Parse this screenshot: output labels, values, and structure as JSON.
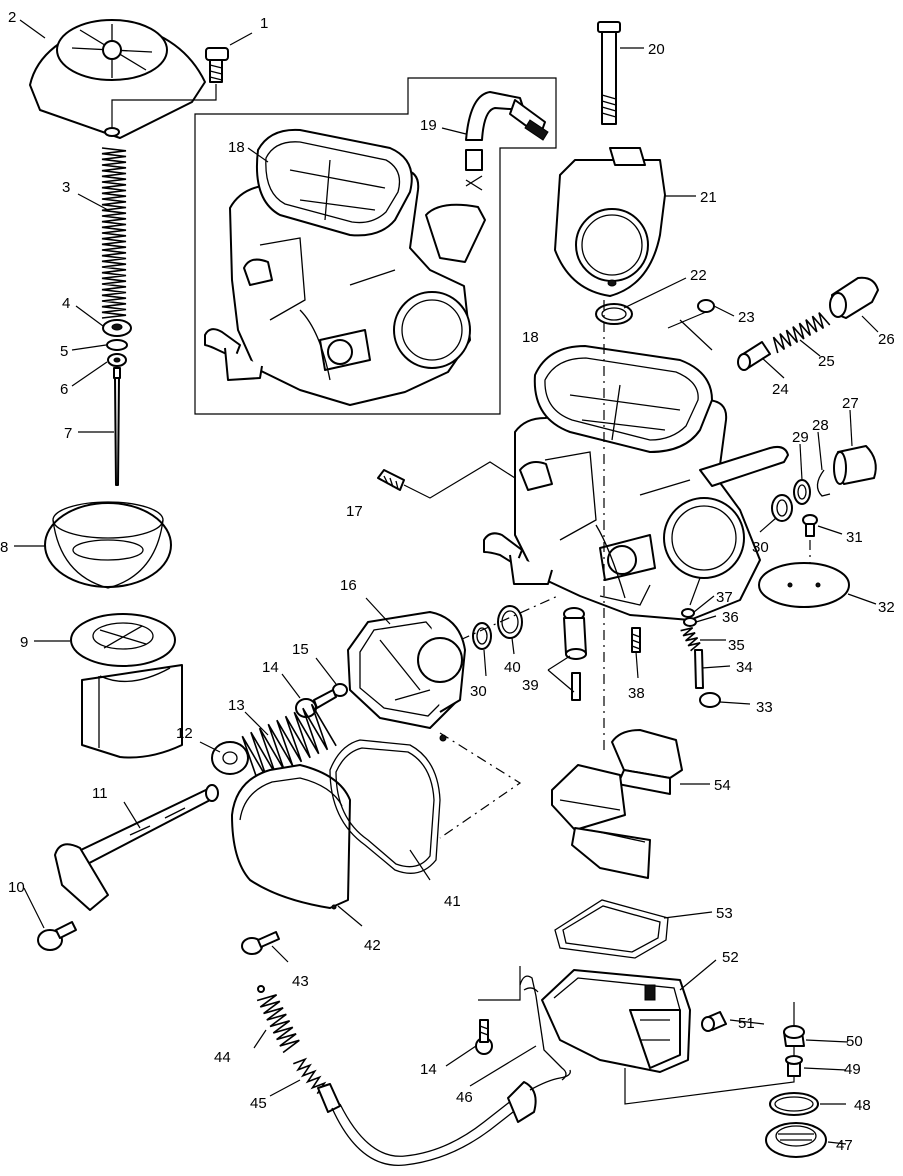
{
  "labels": [
    "1",
    "2",
    "3",
    "4",
    "5",
    "6",
    "7",
    "8",
    "9",
    "10",
    "11",
    "12",
    "13",
    "14",
    "14",
    "15",
    "16",
    "17",
    "18",
    "18",
    "19",
    "20",
    "21",
    "22",
    "23",
    "24",
    "25",
    "26",
    "27",
    "28",
    "29",
    "30",
    "30",
    "31",
    "32",
    "33",
    "34",
    "35",
    "36",
    "37",
    "38",
    "39",
    "40",
    "41",
    "42",
    "43",
    "44",
    "45",
    "46",
    "47",
    "48",
    "49",
    "50",
    "51",
    "52",
    "53",
    "54"
  ],
  "colors": {
    "line": "#000000",
    "fill": "#ffffff",
    "shade": "#cfcfcf"
  }
}
